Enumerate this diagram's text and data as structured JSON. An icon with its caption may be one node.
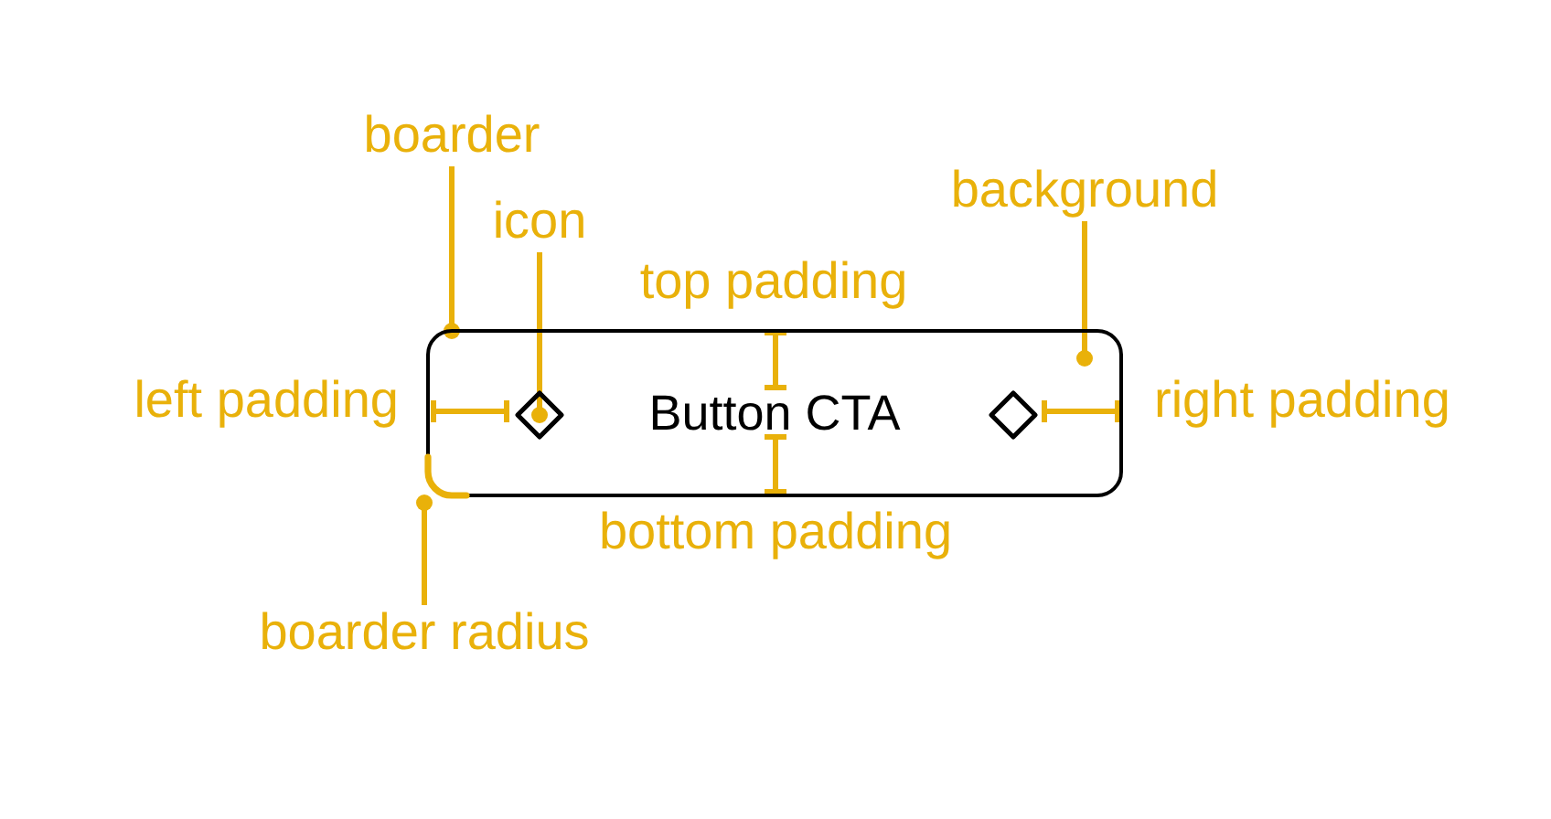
{
  "diagram": {
    "nodes": [
      {
        "text": [
          "boarder"
        ]
      },
      {
        "text": [
          "background"
        ]
      },
      {
        "text": [
          "icon"
        ]
      },
      {
        "text": [
          "Button CTA"
        ]
      },
      {
        "text": [],
        "shape": "diamond",
        "in": 3
      },
      {
        "text": [],
        "shape": "diamond",
        "in": 3
      },
      {
        "text": [
          "boarder radius"
        ]
      }
    ],
    "edges": [
      {
        "from": 0,
        "to": 3,
        "arrow": "other"
      },
      {
        "from": 1,
        "to": 3,
        "arrow": "other"
      },
      {
        "from": 2,
        "to": 4,
        "arrow": "other"
      },
      {
        "from": 6,
        "to": 3,
        "arrow": "other"
      }
    ],
    "labels": [
      "top padding",
      "left padding",
      "right padding",
      "bottom padding"
    ]
  }
}
